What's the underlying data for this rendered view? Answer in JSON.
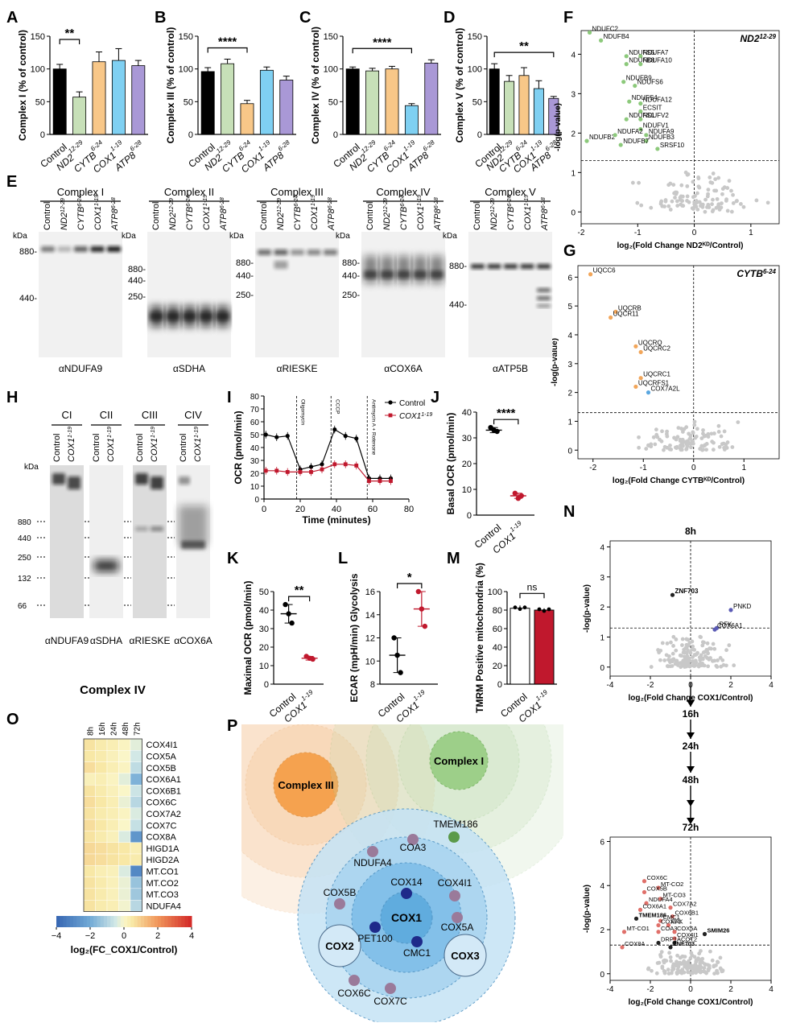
{
  "panel_labels": [
    "A",
    "B",
    "C",
    "D",
    "E",
    "F",
    "G",
    "H",
    "I",
    "J",
    "K",
    "L",
    "M",
    "N",
    "O",
    "P"
  ],
  "colors": {
    "control": "#000000",
    "nd2": "#c7e0b8",
    "cytb": "#f8c788",
    "cox1": "#7fd0f2",
    "atp8": "#a998d6",
    "cox1_red": "#c0182d",
    "grey_point": "#c8c8c8",
    "green_point": "#8cc97b",
    "orange_point": "#f2a65a",
    "blue_point": "#5aa7e0",
    "purple_point": "#5b5bb5",
    "red_point": "#e0706a"
  },
  "bar_categories": [
    "Control",
    "ND2",
    "CYTB",
    "COX1",
    "ATP8"
  ],
  "bar_sups": [
    "",
    "12-29",
    "6-24",
    "1-19",
    "6-28"
  ],
  "chart_data": [
    {
      "id": "A",
      "type": "bar",
      "ylabel": "Complex I (% of control)",
      "ylim": [
        0,
        150
      ],
      "yticks": [
        0,
        50,
        100,
        150
      ],
      "categories": [
        "Control",
        "ND2",
        "CYTB",
        "COX1",
        "ATP8"
      ],
      "values": [
        100,
        57,
        111,
        113,
        105
      ],
      "errors": [
        7,
        8,
        15,
        18,
        8
      ],
      "sig": {
        "label": "**",
        "from": 0,
        "to": 1
      }
    },
    {
      "id": "B",
      "type": "bar",
      "ylabel": "Complex III (% of control)",
      "ylim": [
        0,
        150
      ],
      "yticks": [
        0,
        50,
        100,
        150
      ],
      "categories": [
        "Control",
        "ND2",
        "CYTB",
        "COX1",
        "ATP8"
      ],
      "values": [
        96,
        108,
        47,
        98,
        83
      ],
      "errors": [
        6,
        7,
        5,
        5,
        6
      ],
      "sig": {
        "label": "****",
        "from": 0,
        "to": 2
      }
    },
    {
      "id": "C",
      "type": "bar",
      "ylabel": "Complex IV (% of control)",
      "ylim": [
        0,
        150
      ],
      "yticks": [
        0,
        50,
        100,
        150
      ],
      "categories": [
        "Control",
        "ND2",
        "CYTB",
        "COX1",
        "ATP8"
      ],
      "values": [
        100,
        97,
        100,
        44,
        109
      ],
      "errors": [
        3,
        4,
        4,
        3,
        5
      ],
      "sig": {
        "label": "****",
        "from": 0,
        "to": 3
      }
    },
    {
      "id": "D",
      "type": "bar",
      "ylabel": "Complex V (% of control)",
      "ylim": [
        0,
        150
      ],
      "yticks": [
        0,
        50,
        100,
        150
      ],
      "categories": [
        "Control",
        "ND2",
        "CYTB",
        "COX1",
        "ATP8"
      ],
      "values": [
        100,
        81,
        90,
        70,
        55
      ],
      "errors": [
        8,
        9,
        12,
        12,
        3
      ],
      "sig": {
        "label": "**",
        "from": 0,
        "to": 4
      }
    },
    {
      "id": "F",
      "type": "scatter",
      "title": "ND2",
      "title_sup": "12-29",
      "xlim": [
        -2,
        1.5
      ],
      "ylim": [
        -0.3,
        4.6
      ],
      "xticks": [
        -2,
        -1,
        0,
        1
      ],
      "yticks": [
        0,
        1,
        2,
        3,
        4
      ],
      "xlabel": "log₂(Fold Change ND2ᴷᴰ/Control)",
      "ylabel": "-log(p-value)",
      "threshold_y": 1.3,
      "points": [
        {
          "x": -1.85,
          "y": 4.55,
          "label": "NDUFC2"
        },
        {
          "x": -1.65,
          "y": 4.35,
          "label": "NDUFB4"
        },
        {
          "x": -1.2,
          "y": 3.95,
          "label": "NDUFS5"
        },
        {
          "x": -0.95,
          "y": 3.95,
          "label": "NDUFA7"
        },
        {
          "x": -1.2,
          "y": 3.75,
          "label": "NDUFB8"
        },
        {
          "x": -0.95,
          "y": 3.75,
          "label": "NDUFA10"
        },
        {
          "x": -1.25,
          "y": 3.3,
          "label": "NDUFB9"
        },
        {
          "x": -1.05,
          "y": 3.2,
          "label": "NDUFS6"
        },
        {
          "x": -1.15,
          "y": 2.8,
          "label": "NDUFS4"
        },
        {
          "x": -0.95,
          "y": 2.75,
          "label": "NDUFA12"
        },
        {
          "x": -0.95,
          "y": 2.55,
          "label": "ECSIT"
        },
        {
          "x": -1.2,
          "y": 2.35,
          "label": "NDUFS1"
        },
        {
          "x": -0.95,
          "y": 2.35,
          "label": "NDUFV2"
        },
        {
          "x": -0.95,
          "y": 2.1,
          "label": "NDUFV1"
        },
        {
          "x": -1.9,
          "y": 1.8,
          "label": "NDUFB2"
        },
        {
          "x": -1.4,
          "y": 1.95,
          "label": "NDUFA2"
        },
        {
          "x": -0.85,
          "y": 1.95,
          "label": "NDUFA9"
        },
        {
          "x": -0.85,
          "y": 1.8,
          "label": "NDUFB3"
        },
        {
          "x": -1.3,
          "y": 1.7,
          "label": "NDUFB7"
        },
        {
          "x": -0.65,
          "y": 1.6,
          "label": "SRSF10"
        }
      ]
    },
    {
      "id": "G",
      "type": "scatter",
      "title": "CYTB",
      "title_sup": "6-24",
      "xlim": [
        -2.3,
        1.7
      ],
      "ylim": [
        -0.3,
        6.4
      ],
      "xticks": [
        -2,
        -1,
        0,
        1
      ],
      "yticks": [
        0,
        1,
        2,
        3,
        4,
        5,
        6
      ],
      "xlabel": "log₂(Fold Change CYTBᴷᴰ/Control)",
      "ylabel": "-log(p-value)",
      "threshold_y": 1.3,
      "points": [
        {
          "x": -2.05,
          "y": 6.1,
          "label": "UQCC6"
        },
        {
          "x": -1.55,
          "y": 4.8,
          "label": "UQCRB"
        },
        {
          "x": -1.65,
          "y": 4.6,
          "label": "UQCR11"
        },
        {
          "x": -1.15,
          "y": 3.6,
          "label": "UQCRQ"
        },
        {
          "x": -1.05,
          "y": 3.4,
          "label": "UQCRC2"
        },
        {
          "x": -1.05,
          "y": 2.5,
          "label": "UQCRC1"
        },
        {
          "x": -1.15,
          "y": 2.2,
          "label": "UQCRFS1"
        },
        {
          "x": -0.9,
          "y": 2.0,
          "label": "COX7A2L"
        }
      ]
    },
    {
      "id": "I",
      "type": "line",
      "ylabel": "OCR (pmol/min)",
      "xlabel": "Time (minutes)",
      "xlim": [
        0,
        80
      ],
      "ylim": [
        0,
        80
      ],
      "xticks": [
        0,
        20,
        40,
        60,
        80
      ],
      "yticks": [
        0,
        10,
        20,
        30,
        40,
        50,
        60,
        70,
        80
      ],
      "injections": [
        {
          "x": 18,
          "label": "Oligomycin"
        },
        {
          "x": 37,
          "label": "CCCP"
        },
        {
          "x": 57,
          "label": "Antimycin A + Rotenone"
        }
      ],
      "series": [
        {
          "name": "Control",
          "x": [
            1,
            7,
            13,
            20,
            26,
            32,
            39,
            45,
            51,
            58,
            64,
            70
          ],
          "y": [
            50,
            48,
            49,
            23,
            25,
            27,
            54,
            49,
            47,
            16,
            16,
            16
          ]
        },
        {
          "name": "COX1",
          "name_sup": "1-19",
          "x": [
            1,
            7,
            13,
            20,
            26,
            32,
            39,
            45,
            51,
            58,
            64,
            70
          ],
          "y": [
            22,
            22,
            21,
            21,
            21,
            23,
            27,
            27,
            26,
            14,
            14,
            14
          ]
        }
      ]
    },
    {
      "id": "J",
      "type": "scatter",
      "ylabel": "Basal OCR (pmol/min)",
      "ylim": [
        0,
        40
      ],
      "yticks": [
        0,
        10,
        20,
        30,
        40
      ],
      "categories": [
        "Control",
        "COX1"
      ],
      "means": [
        33,
        7.5
      ],
      "errors": [
        1,
        1
      ],
      "points": [
        [
          34,
          33,
          32.5
        ],
        [
          8.5,
          6.5,
          7.5
        ]
      ],
      "sig": "****"
    },
    {
      "id": "K",
      "type": "scatter",
      "ylabel": "Maximal OCR (pmol/min)",
      "ylim": [
        0,
        50
      ],
      "yticks": [
        0,
        10,
        20,
        30,
        40,
        50
      ],
      "categories": [
        "Control",
        "COX1"
      ],
      "means": [
        38,
        14
      ],
      "errors": [
        5,
        1
      ],
      "points": [
        [
          43,
          38,
          33
        ],
        [
          15,
          14,
          13.5
        ]
      ],
      "sig": "**"
    },
    {
      "id": "L",
      "type": "scatter",
      "ylabel": "ECAR (mpH/min) Glycolysis",
      "ylim": [
        8,
        16
      ],
      "yticks": [
        8,
        10,
        12,
        14,
        16
      ],
      "categories": [
        "Control",
        "COX1"
      ],
      "means": [
        10.5,
        14.5
      ],
      "errors": [
        1.5,
        1.5
      ],
      "points": [
        [
          12,
          10.5,
          9
        ],
        [
          16,
          14.5,
          13
        ]
      ],
      "sig": "*"
    },
    {
      "id": "M",
      "type": "bar",
      "ylabel": "TMRM Positive mitochondria (%)",
      "ylim": [
        0,
        100
      ],
      "yticks": [
        0,
        20,
        40,
        60,
        80,
        100
      ],
      "categories": [
        "Control",
        "COX1"
      ],
      "values": [
        82,
        80
      ],
      "errors": [
        3,
        2
      ],
      "sig": "ns"
    },
    {
      "id": "N1",
      "type": "scatter",
      "title": "8h",
      "xlim": [
        -4,
        4
      ],
      "ylim": [
        -0.3,
        4.2
      ],
      "xticks": [
        -4,
        -2,
        0,
        2,
        4
      ],
      "yticks": [
        0,
        1,
        2,
        3,
        4
      ],
      "xlabel": "log₂(Fold Change COX1/Control)",
      "ylabel": "-log(p-value)",
      "threshold_y": 1.3,
      "points": [
        {
          "x": -0.9,
          "y": 2.4,
          "label": "ZNF703"
        },
        {
          "x": 2.0,
          "y": 1.9,
          "label": "PNKD"
        },
        {
          "x": 1.3,
          "y": 1.3,
          "label": "RFK"
        },
        {
          "x": 1.2,
          "y": 1.25,
          "label": "COX6A1"
        }
      ]
    },
    {
      "id": "N2",
      "type": "scatter",
      "title": "72h",
      "xlim": [
        -4,
        4
      ],
      "ylim": [
        -0.3,
        6.2
      ],
      "xticks": [
        -4,
        -2,
        0,
        2,
        4
      ],
      "yticks": [
        0,
        2,
        4,
        6
      ],
      "xlabel": "log₂(Fold Change COX1/Control)",
      "ylabel": "-log(p-value)",
      "threshold_y": 1.3,
      "points": [
        {
          "x": -2.3,
          "y": 4.2,
          "label": "COX6C"
        },
        {
          "x": -1.6,
          "y": 3.9,
          "label": "MT-CO2"
        },
        {
          "x": -2.3,
          "y": 3.7,
          "label": "COX5B"
        },
        {
          "x": -1.5,
          "y": 3.4,
          "label": "MT-CO3"
        },
        {
          "x": -2.2,
          "y": 3.2,
          "label": "NDUFA4"
        },
        {
          "x": -1.0,
          "y": 3.0,
          "label": "COX7A2"
        },
        {
          "x": -2.5,
          "y": 2.9,
          "label": "COX6A1"
        },
        {
          "x": -0.9,
          "y": 2.6,
          "label": "COX6B1"
        },
        {
          "x": -2.7,
          "y": 2.5,
          "label": "TMEM186"
        },
        {
          "x": -1.5,
          "y": 2.4,
          "label": "CMC1"
        },
        {
          "x": -1.6,
          "y": 2.2,
          "label": "COX7C"
        },
        {
          "x": -1.1,
          "y": 2.2,
          "label": "RFK"
        },
        {
          "x": -3.3,
          "y": 1.9,
          "label": "MT-CO1"
        },
        {
          "x": -1.6,
          "y": 1.9,
          "label": "COA3"
        },
        {
          "x": -0.8,
          "y": 1.9,
          "label": "COX5A"
        },
        {
          "x": 0.7,
          "y": 1.8,
          "label": "SMIM26"
        },
        {
          "x": -0.8,
          "y": 1.6,
          "label": "COX4I1"
        },
        {
          "x": -1.6,
          "y": 1.4,
          "label": "DRP1"
        },
        {
          "x": -0.8,
          "y": 1.4,
          "label": "ACOT2"
        },
        {
          "x": -3.4,
          "y": 1.2,
          "label": "COX8A"
        },
        {
          "x": -1.0,
          "y": 1.2,
          "label": "ZNF703"
        }
      ]
    },
    {
      "id": "O",
      "type": "heatmap",
      "title": "Complex IV",
      "columns": [
        "8h",
        "16h",
        "24h",
        "48h",
        "72h"
      ],
      "rows": [
        "COX4I1",
        "COX5A",
        "COX5B",
        "COX6A1",
        "COX6B1",
        "COX6C",
        "COX7A2",
        "COX7C",
        "COX8A",
        "HIGD1A",
        "HIGD2A",
        "MT.CO1",
        "MT.CO2",
        "MT.CO3",
        "NDUFA4"
      ],
      "values": [
        [
          0.6,
          0.4,
          0.3,
          0.1,
          -0.3
        ],
        [
          0.5,
          0.4,
          0.2,
          0.0,
          -0.5
        ],
        [
          0.7,
          0.5,
          0.3,
          0.1,
          -0.8
        ],
        [
          0.2,
          0.3,
          0.1,
          -0.3,
          -1.8
        ],
        [
          0.6,
          0.4,
          0.2,
          0.0,
          -0.6
        ],
        [
          0.7,
          0.5,
          0.3,
          -0.2,
          -0.9
        ],
        [
          0.6,
          0.4,
          0.3,
          0.1,
          -0.4
        ],
        [
          0.7,
          0.5,
          0.3,
          0.0,
          -0.7
        ],
        [
          0.6,
          0.4,
          0.2,
          -0.4,
          -2.6
        ],
        [
          0.8,
          0.7,
          0.6,
          0.5,
          0.3
        ],
        [
          0.8,
          0.7,
          0.6,
          0.5,
          0.4
        ],
        [
          0.5,
          0.3,
          0.2,
          -0.4,
          -3.0
        ],
        [
          0.6,
          0.4,
          0.2,
          -0.2,
          -1.4
        ],
        [
          0.6,
          0.4,
          0.2,
          -0.2,
          -1.3
        ],
        [
          0.6,
          0.4,
          0.3,
          -0.1,
          -0.9
        ]
      ],
      "colorbar": {
        "min": -4,
        "max": 4,
        "ticks": [
          -4,
          -2,
          0,
          2,
          4
        ],
        "label": "log₂(FC_COX1/Control)"
      }
    }
  ],
  "blots": {
    "E": {
      "kda": "kDa",
      "panels": [
        {
          "complex": "Complex I",
          "antibody": "αNDUFA9",
          "markers": [
            "880-",
            "440-"
          ]
        },
        {
          "complex": "Complex II",
          "antibody": "αSDHA",
          "markers": [
            "880-",
            "440-",
            "250-"
          ]
        },
        {
          "complex": "Complex III",
          "antibody": "αRIESKE",
          "markers": [
            "880-",
            "440-",
            "250-"
          ]
        },
        {
          "complex": "Complex IV",
          "antibody": "αCOX6A",
          "markers": [
            "880-",
            "440-",
            "250-"
          ]
        },
        {
          "complex": "Complex V",
          "antibody": "αATP5B",
          "markers": [
            "880-",
            "440-"
          ]
        }
      ]
    },
    "H": {
      "kda": "kDa",
      "markers": [
        "880",
        "440",
        "250",
        "132",
        "66"
      ],
      "panels": [
        {
          "complex": "CI",
          "antibody": "αNDUFA9"
        },
        {
          "complex": "CII",
          "antibody": "αSDHA"
        },
        {
          "complex": "CIII",
          "antibody": "αRIESKE"
        },
        {
          "complex": "CIV",
          "antibody": "αCOX6A"
        }
      ],
      "lanes": [
        "Control",
        "COX1"
      ]
    }
  },
  "network_P": {
    "hubs": [
      "Complex III",
      "Complex I",
      "COX1",
      "COX2",
      "COX3"
    ],
    "nodes": [
      "TMEM186",
      "COA3",
      "NDUFA4",
      "COX14",
      "COX4I1",
      "COX5B",
      "PET100",
      "CMC1",
      "COX5A",
      "COX6C",
      "COX7C"
    ]
  },
  "time_flow": [
    "8h",
    "16h",
    "24h",
    "48h",
    "72h"
  ]
}
